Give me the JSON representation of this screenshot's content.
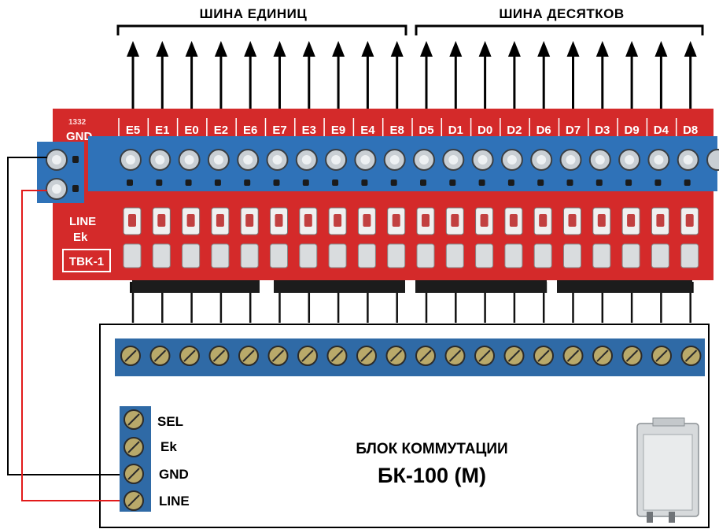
{
  "buses": {
    "units_label": "ШИНА ЕДИНИЦ",
    "tens_label": "ШИНА ДЕСЯТКОВ"
  },
  "board": {
    "code": "1332",
    "gnd_label": "GND",
    "line_label": "LINE",
    "ek_label": "Ek",
    "name": "TBK-1",
    "channels": [
      "E5",
      "E1",
      "E0",
      "E2",
      "E6",
      "E7",
      "E3",
      "E9",
      "E4",
      "E8",
      "D5",
      "D1",
      "D0",
      "D2",
      "D6",
      "D7",
      "D3",
      "D9",
      "D4",
      "D8"
    ],
    "colors": {
      "pcb": "#d42a2a",
      "terminal": "#2f72b8",
      "screw": "#c9cfd4"
    }
  },
  "unit": {
    "title": "БЛОК КОММУТАЦИИ",
    "model": "БК-100 (М)",
    "terminals": [
      "SEL",
      "Ek",
      "GND",
      "LINE"
    ],
    "colors": {
      "terminal": "#2f6aa6",
      "screw": "#b9a96a"
    }
  }
}
